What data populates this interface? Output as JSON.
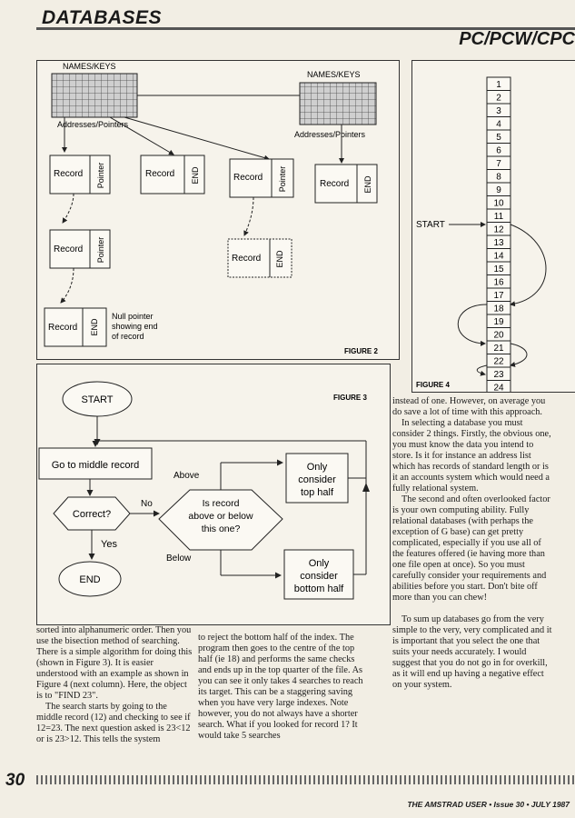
{
  "header": {
    "section": "DATABASES",
    "platform": "PC/PCW/CPC"
  },
  "figure2": {
    "label": "FIGURE 2",
    "index_label_left": "NAMES/KEYS",
    "index_label_right": "NAMES/KEYS",
    "pointers_label_left": "Addresses/Pointers",
    "pointers_label_right": "Addresses/Pointers",
    "record": "Record",
    "pointer": "Pointer",
    "end": "END",
    "null_note": [
      "Null pointer",
      "showing end",
      "of record"
    ]
  },
  "figure3": {
    "label": "FIGURE 3",
    "start": "START",
    "go_middle": "Go to middle record",
    "correct": "Correct?",
    "decision": [
      "Is record",
      "above or below",
      "this one?"
    ],
    "no": "No",
    "yes": "Yes",
    "above": "Above",
    "below": "Below",
    "top_half": [
      "Only",
      "consider",
      "top half"
    ],
    "bottom_half": [
      "Only",
      "consider",
      "bottom half"
    ],
    "end": "END"
  },
  "figure4": {
    "label": "FIGURE 4",
    "start": "START",
    "cells": [
      "1",
      "2",
      "3",
      "4",
      "5",
      "6",
      "7",
      "8",
      "9",
      "10",
      "11",
      "12",
      "13",
      "14",
      "15",
      "16",
      "17",
      "18",
      "19",
      "20",
      "21",
      "22",
      "23",
      "24"
    ]
  },
  "article": {
    "col1": [
      "sorted into alphanumeric order. Then you use the bisection method of searching. There is a simple algorithm for doing this (shown in Figure 3). It is easier understood with an example as shown in Figure 4 (next column). Here, the object is to \"FIND 23\".",
      "The search starts by going to the middle record (12) and checking to see if 12=23. The next question asked is 23<12 or is 23>12. This tells the system"
    ],
    "col2": [
      "to reject the bottom half of the index. The program then goes to the centre of the top half (ie 18) and performs the same checks and ends up in the top quarter of the file. As you can see it only takes 4 searches to reach its target. This can be a staggering saving when you have very large indexes. Note however, you do not always have a shorter search. What if you looked for record 1? It would take 5 searches"
    ],
    "col3": [
      "instead of one. However, on average you do save a lot of time with this approach.",
      "In selecting a database you must consider 2 things. Firstly, the obvious one, you must know the data you intend to store. Is it for instance an address list which has records of standard length or is it an accounts system which would need a fully relational system.",
      "The second and often overlooked factor is your own computing ability. Fully relational databases (with perhaps the exception of G base) can get pretty complicated, especially if you use all of the features offered (ie having more than one file open at once). So you must carefully consider your requirements and abilities before you start. Don't bite off more than you can chew!",
      "To sum up databases go from the very simple to the very, very complicated and it is important that you select the one that suits your needs accurately. I would suggest that you do not go in for overkill, as it will end up having a negative effect on your system."
    ]
  },
  "footer": {
    "page": "30",
    "magazine": "THE AMSTRAD USER • Issue 30 • JULY 1987"
  }
}
